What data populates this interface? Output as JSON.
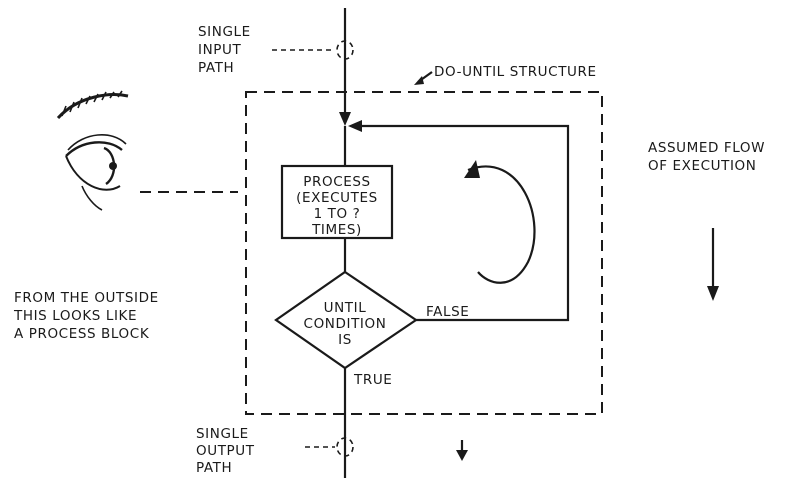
{
  "labels": {
    "single_input": [
      "SINGLE",
      "INPUT",
      "PATH"
    ],
    "structure_title": "DO-UNTIL STRUCTURE",
    "assumed_flow": [
      "ASSUMED FLOW",
      "OF EXECUTION"
    ],
    "process": [
      "PROCESS",
      "(EXECUTES",
      "1 TO ?",
      "TIMES)"
    ],
    "condition": [
      "UNTIL",
      "CONDITION",
      "IS"
    ],
    "false_label": "FALSE",
    "true_label": "TRUE",
    "outside_note": [
      "FROM THE OUTSIDE",
      "THIS LOOKS LIKE",
      "A PROCESS BLOCK"
    ],
    "single_output": [
      "SINGLE",
      "OUTPUT",
      "PATH"
    ]
  },
  "icons": {
    "eye": "eye-icon",
    "loop": "loop-arrow-icon",
    "flow": "down-arrow-icon"
  }
}
